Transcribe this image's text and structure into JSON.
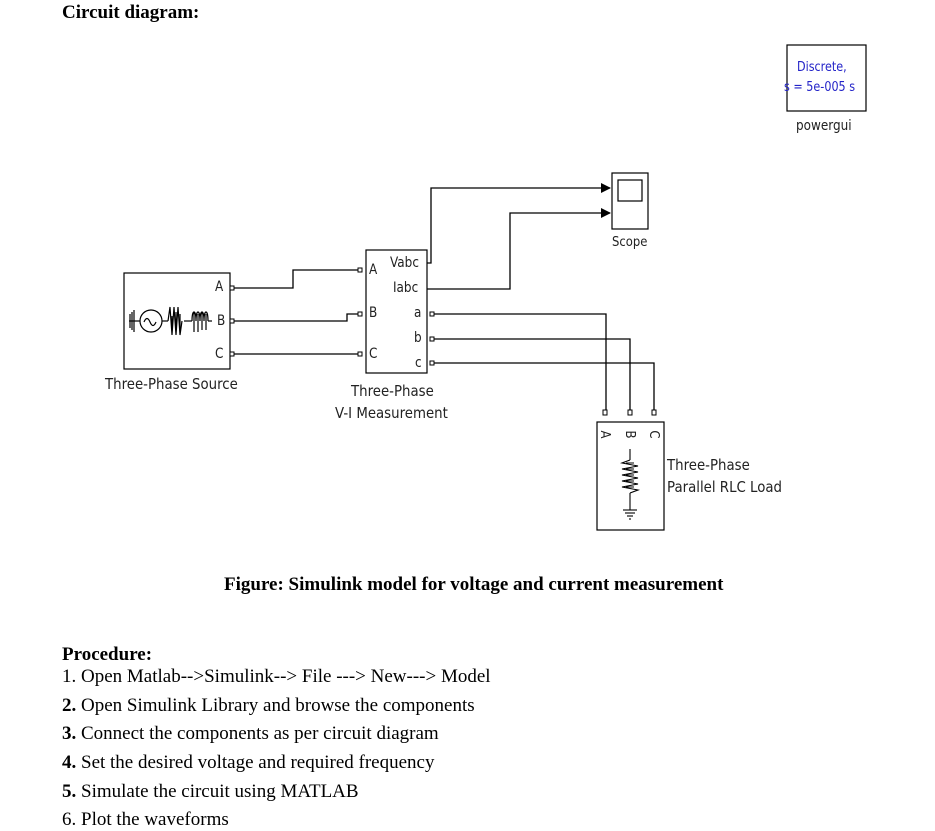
{
  "document": {
    "heading": "Circuit diagram:",
    "caption": "Figure: Simulink model for voltage and current measurement",
    "procedure": {
      "title": "Procedure:",
      "steps": [
        {
          "num": "1.",
          "text": " Open Matlab-->Simulink--> File ---> New---> Model",
          "num_bold": false
        },
        {
          "num": "2.",
          "text": " Open Simulink Library and browse the components",
          "num_bold": true
        },
        {
          "num": "3.",
          "text": " Connect the components as per circuit diagram",
          "num_bold": true
        },
        {
          "num": "4.",
          "text": " Set the desired voltage and required frequency",
          "num_bold": true
        },
        {
          "num": "5.",
          "text": " Simulate the circuit using MATLAB",
          "num_bold": true
        },
        {
          "num": "6.",
          "text": " Plot the waveforms",
          "num_bold": false,
          "clipped": true
        }
      ]
    }
  },
  "diagram": {
    "powergui": {
      "line1": "Discrete,",
      "line2": "s = 5e-005 s",
      "label": "powergui",
      "text_color": "#2323c8"
    },
    "source": {
      "label": "Three-Phase Source",
      "ports": [
        "A",
        "B",
        "C"
      ],
      "icon": "three-phase-source-icon"
    },
    "vi_meas": {
      "label_line1": "Three-Phase",
      "label_line2": "V-I Measurement",
      "in_ports": [
        "A",
        "B",
        "C"
      ],
      "out_ports": [
        "Vabc",
        "Iabc",
        "a",
        "b",
        "c"
      ]
    },
    "scope": {
      "label": "Scope",
      "icon": "scope-icon"
    },
    "load": {
      "label_line1": "Three-Phase",
      "label_line2": "Parallel RLC Load",
      "ports": [
        "A",
        "B",
        "C"
      ],
      "icon": "rlc-load-icon"
    }
  }
}
